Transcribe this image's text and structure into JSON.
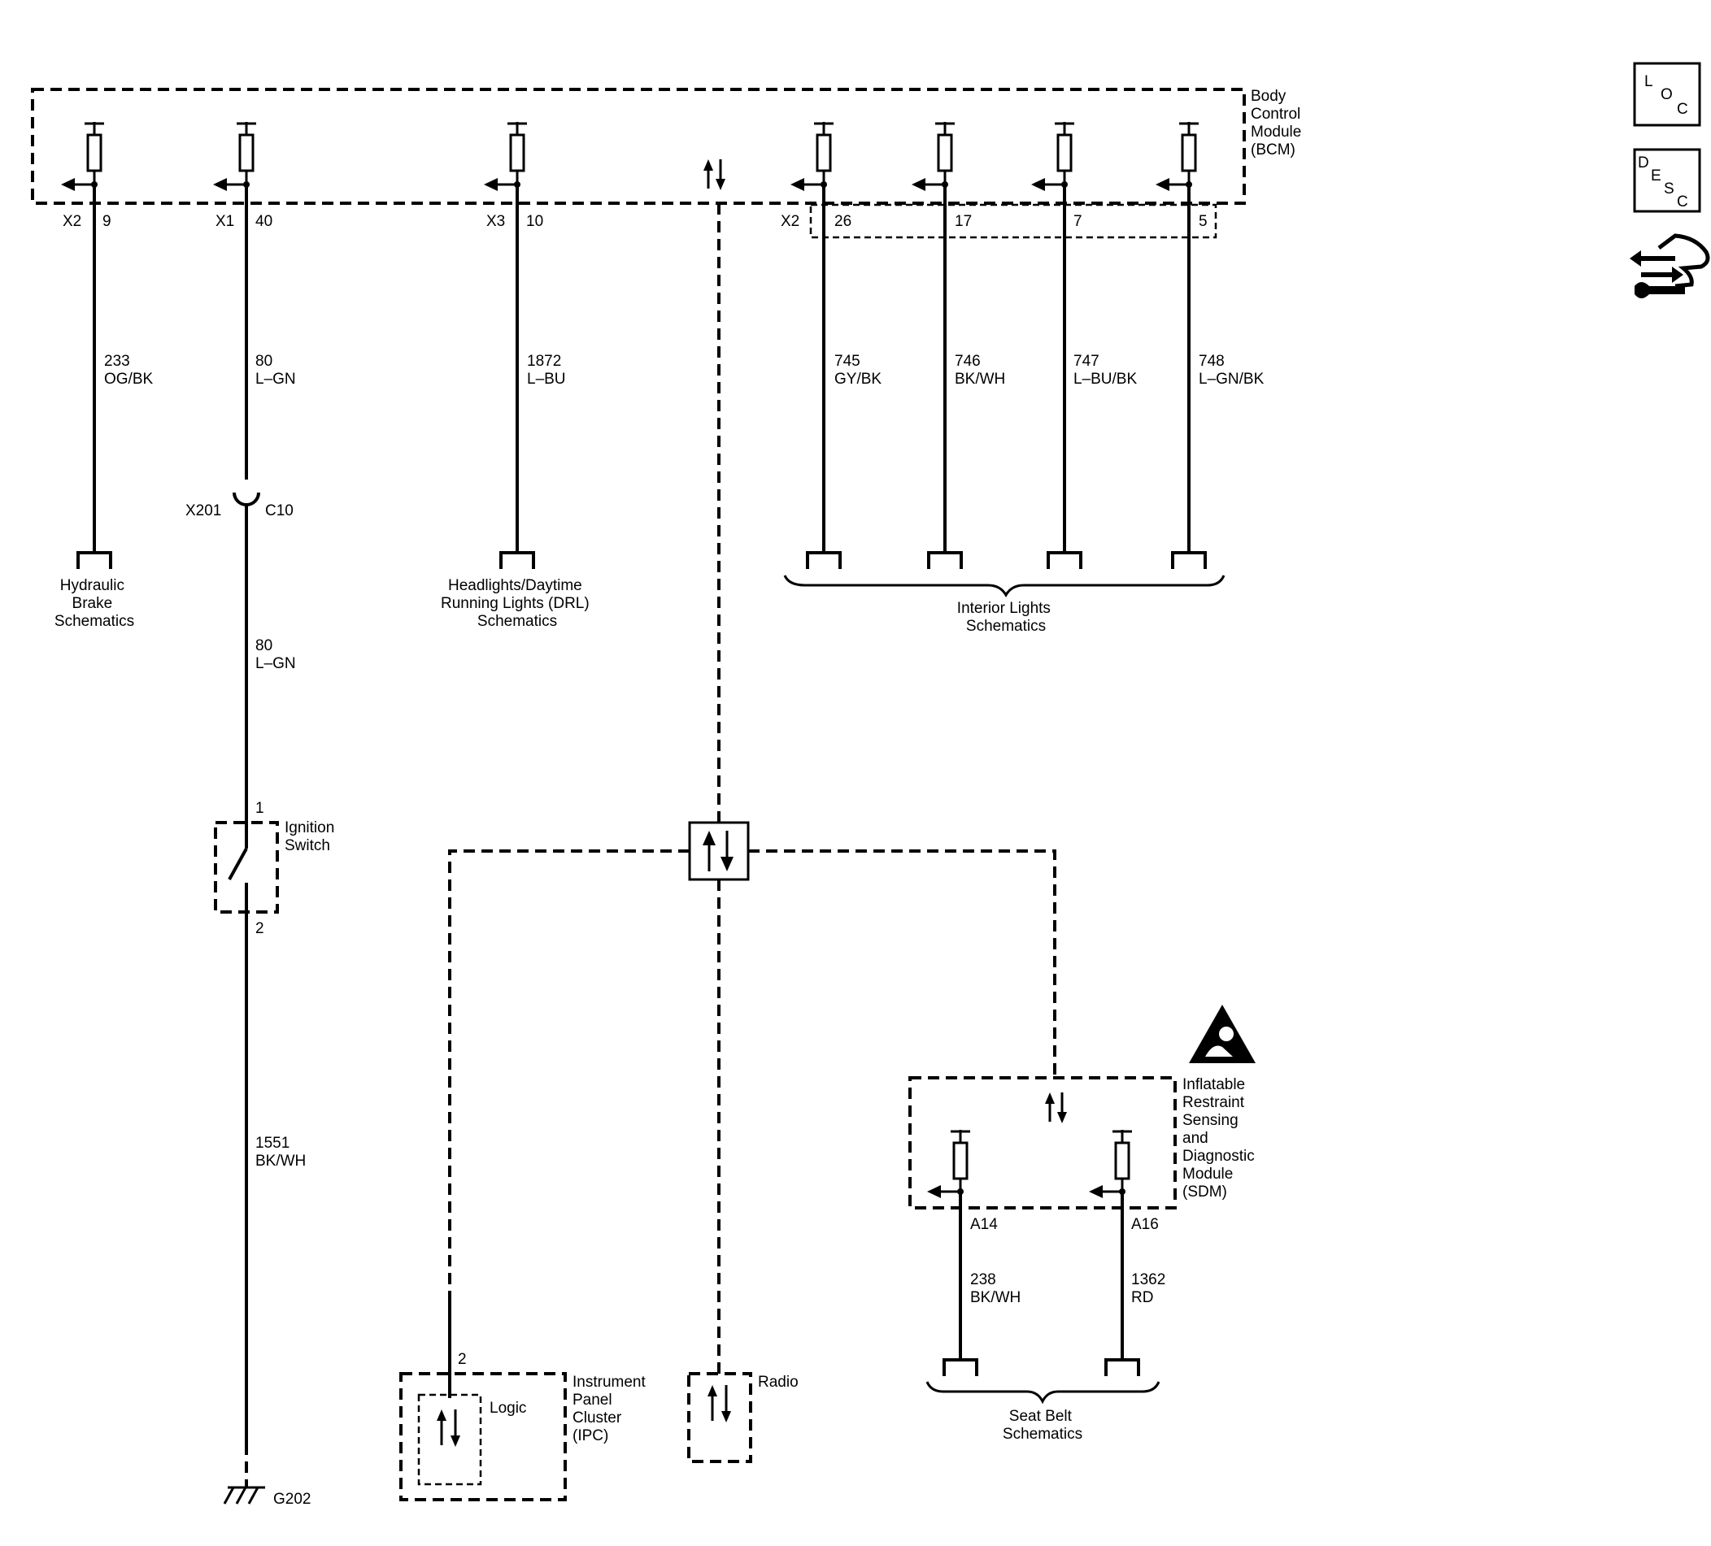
{
  "modules": {
    "bcm": {
      "lines": [
        "Body",
        "Control",
        "Module",
        "(BCM)"
      ]
    },
    "sdm": {
      "lines": [
        "Inflatable",
        "Restraint",
        "Sensing",
        "and",
        "Diagnostic",
        "Module",
        "(SDM)"
      ]
    },
    "ipc": {
      "lines": [
        "Instrument",
        "Panel",
        "Cluster",
        "(IPC)"
      ],
      "logic": "Logic",
      "pin": "2"
    },
    "radio": {
      "label": "Radio"
    }
  },
  "bcm_circuits": [
    {
      "connector": "X2",
      "pin": "9",
      "circuit": "233",
      "color": "OG/BK"
    },
    {
      "connector": "X1",
      "pin": "40",
      "circuit": "80",
      "color": "L–GN"
    },
    {
      "connector": "X3",
      "pin": "10",
      "circuit": "1872",
      "color": "L–BU"
    },
    {
      "connector": "X2",
      "pin": "26",
      "circuit": "745",
      "color": "GY/BK"
    },
    {
      "connector": "",
      "pin": "17",
      "circuit": "746",
      "color": "BK/WH"
    },
    {
      "connector": "",
      "pin": "7",
      "circuit": "747",
      "color": "L–BU/BK"
    },
    {
      "connector": "",
      "pin": "5",
      "circuit": "748",
      "color": "L–GN/BK"
    }
  ],
  "inline_connector": {
    "name": "X201",
    "cavity": "C10"
  },
  "ignition_wire_lower": {
    "circuit": "80",
    "color": "L–GN"
  },
  "ignition_switch": {
    "lines": [
      "Ignition",
      "Switch"
    ],
    "pin_in": "1",
    "pin_out": "2"
  },
  "ground_wire": {
    "circuit": "1551",
    "color": "BK/WH"
  },
  "ground": {
    "name": "G202"
  },
  "sdm_circuits": [
    {
      "pin": "A14",
      "circuit": "238",
      "color": "BK/WH"
    },
    {
      "pin": "A16",
      "circuit": "1362",
      "color": "RD"
    }
  ],
  "destinations": {
    "hydraulic": [
      "Hydraulic",
      "Brake",
      "Schematics"
    ],
    "headlights": [
      "Headlights/Daytime",
      "Running Lights (DRL)",
      "Schematics"
    ],
    "interior": [
      "Interior Lights",
      "Schematics"
    ],
    "seatbelt": [
      "Seat Belt",
      "Schematics"
    ]
  },
  "side_icons": {
    "loc": [
      "L",
      "O",
      "C"
    ],
    "desc": [
      "D",
      "E",
      "S",
      "C"
    ],
    "connector_icon": "connector-repair-icon"
  },
  "icons": {
    "airbag": "airbag-warning-icon",
    "data_link": "serial-data-arrows-icon",
    "ground": "ground-icon"
  }
}
